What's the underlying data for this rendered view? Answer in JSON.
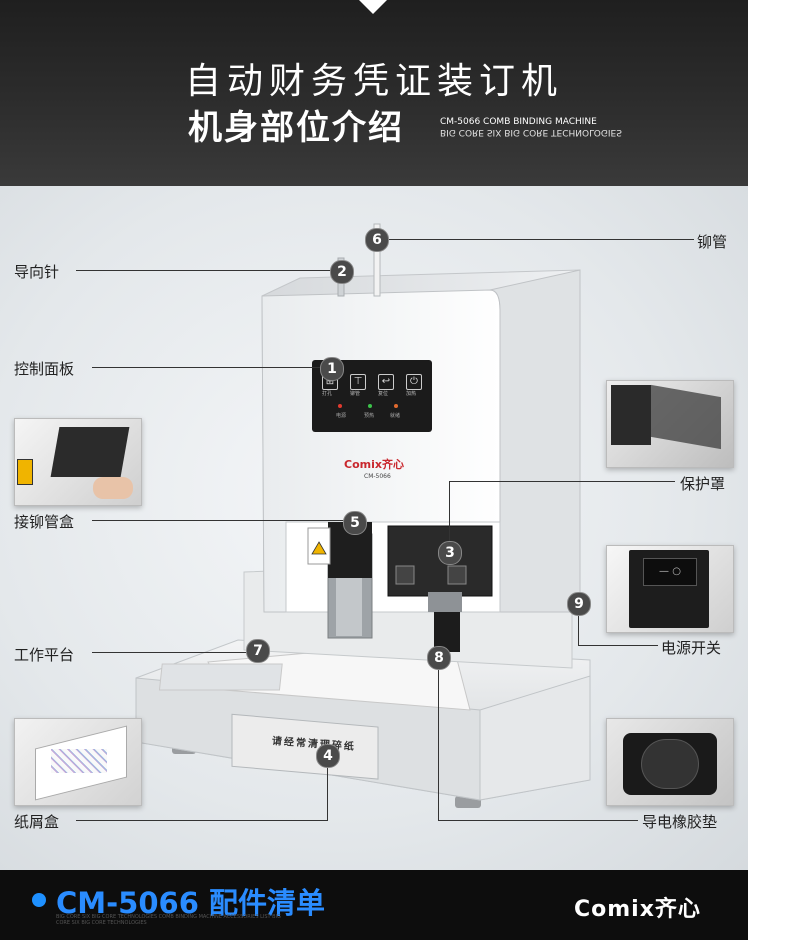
{
  "header": {
    "title_line1": "自动财务凭证装订机",
    "title_line2": "机身部位介绍",
    "subtitle_line1": "CM-5066 COMB BINDING MACHINE",
    "subtitle_line2": "BIG CORE SIX BIG CORE TECHNOLOGIES"
  },
  "machine": {
    "brand": "Comix齐心",
    "model": "CM-5066",
    "front_sticker": "请经常清理碎纸",
    "panel_buttons": [
      {
        "icon": "punch-icon",
        "label": "打孔"
      },
      {
        "icon": "rivet-icon",
        "label": "铆管"
      },
      {
        "icon": "reset-icon",
        "label": "复位"
      },
      {
        "icon": "heat-icon",
        "label": "加热"
      }
    ],
    "panel_indicators": [
      "电源",
      "预热",
      "就绪"
    ]
  },
  "callouts": [
    {
      "num": "1",
      "label": "控制面板"
    },
    {
      "num": "2",
      "label": "导向针"
    },
    {
      "num": "3",
      "label": "保护罩"
    },
    {
      "num": "4",
      "label": "纸屑盒"
    },
    {
      "num": "5",
      "label": "接铆管盒"
    },
    {
      "num": "6",
      "label": "铆管"
    },
    {
      "num": "7",
      "label": "工作平台"
    },
    {
      "num": "8",
      "label": "导电橡胶垫"
    },
    {
      "num": "9",
      "label": "电源开关"
    }
  ],
  "footer": {
    "title": "CM-5066 配件清单",
    "fine_print": "BIG CORE SIX BIG CORE TECHNOLOGIES COMB BINDING MACHINE ACCESSORIES LIST BIG CORE SIX BIG CORE TECHNOLOGIES",
    "logo": "Comix齐心"
  }
}
